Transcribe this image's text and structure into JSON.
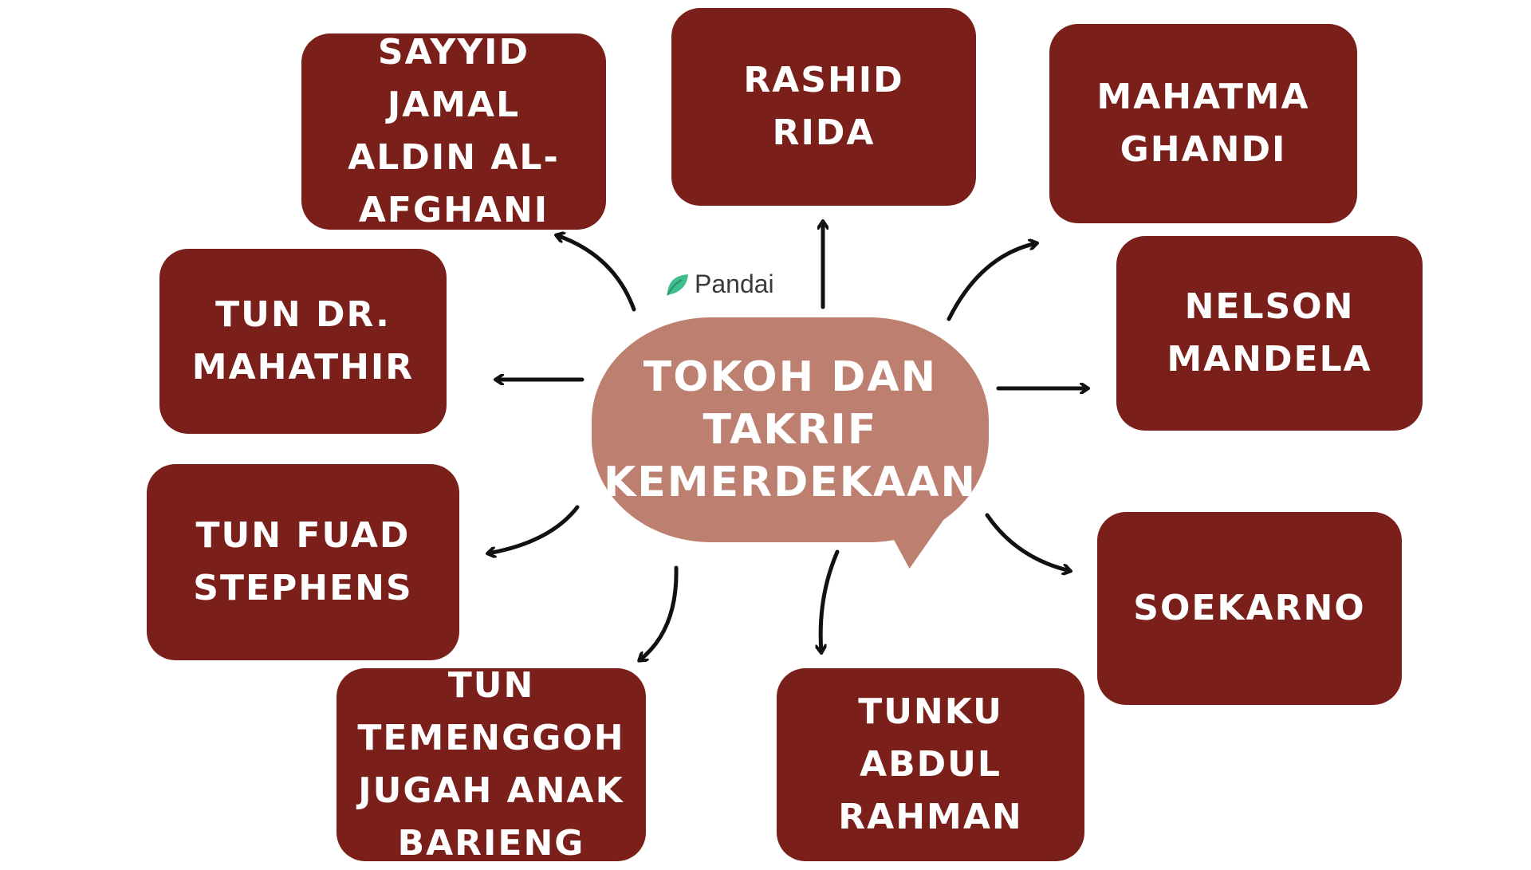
{
  "center": {
    "title": "TOKOH DAN\nTAKRIF\nKEMERDEKAAN"
  },
  "logo": {
    "text": "Pandai",
    "icon": "pandai-leaf-icon"
  },
  "nodes": [
    {
      "id": "sayyid",
      "label": "SAYYID JAMAL\nALDIN AL-\nAFGHANI"
    },
    {
      "id": "rashid",
      "label": "RASHID RIDA"
    },
    {
      "id": "gandhi",
      "label": "MAHATMA\nGHANDI"
    },
    {
      "id": "mahathir",
      "label": "TUN DR.\nMAHATHIR"
    },
    {
      "id": "mandela",
      "label": "NELSON\nMANDELA"
    },
    {
      "id": "fuad",
      "label": "TUN FUAD\nSTEPHENS"
    },
    {
      "id": "soekarno",
      "label": "SOEKARNO"
    },
    {
      "id": "jugah",
      "label": "TUN\nTEMENGGOH\nJUGAH ANAK\nBARIENG"
    },
    {
      "id": "tunku",
      "label": "TUNKU ABDUL\nRAHMAN"
    }
  ],
  "colors": {
    "node": "#7b1f1a",
    "center": "#bd8070",
    "arrow": "#111111",
    "logo": "#3fbf8f"
  }
}
